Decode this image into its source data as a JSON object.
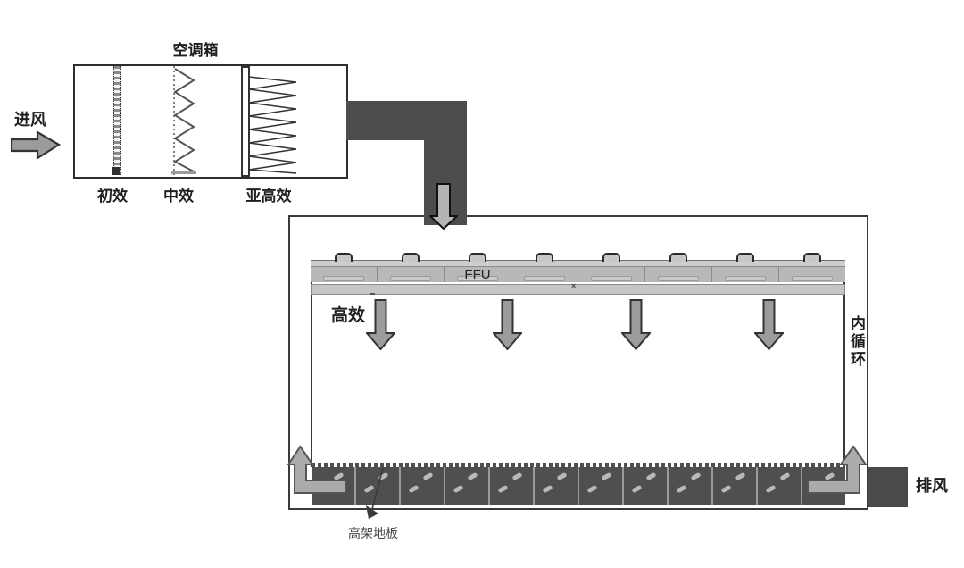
{
  "diagram": {
    "ahu": {
      "label": "空调箱",
      "intake_label": "进风",
      "filters": [
        {
          "label": "初效"
        },
        {
          "label": "中效"
        },
        {
          "label": "亚高效"
        }
      ]
    },
    "cleanroom": {
      "ffu_label": "FFU",
      "ffu_segment_count": 8,
      "ffu_label_segment": 3,
      "hepa_label": "高效",
      "supply_arrow_count": 4,
      "inner_circulation_label": "内循环",
      "exhaust_label": "排风",
      "raised_floor_label": "高架地板",
      "floor_cell_count": 12,
      "stray_mark": "×"
    },
    "colors": {
      "duct": "#4d4d4d",
      "exhaust_box": "#4a4a4a",
      "outline": "#3a3a3a",
      "arrow_fill": "#9c9c9c",
      "arrow_light_fill": "#b4b4b4",
      "elbow_arrow_fill": "#ababab",
      "ffu_body": "#b8b8b8",
      "ffu_rail": "#cdcdcd",
      "hepa_strip": "#c6c6c6",
      "floor": "#4f4f4f",
      "floor_blob": "#b9b9b9"
    }
  }
}
